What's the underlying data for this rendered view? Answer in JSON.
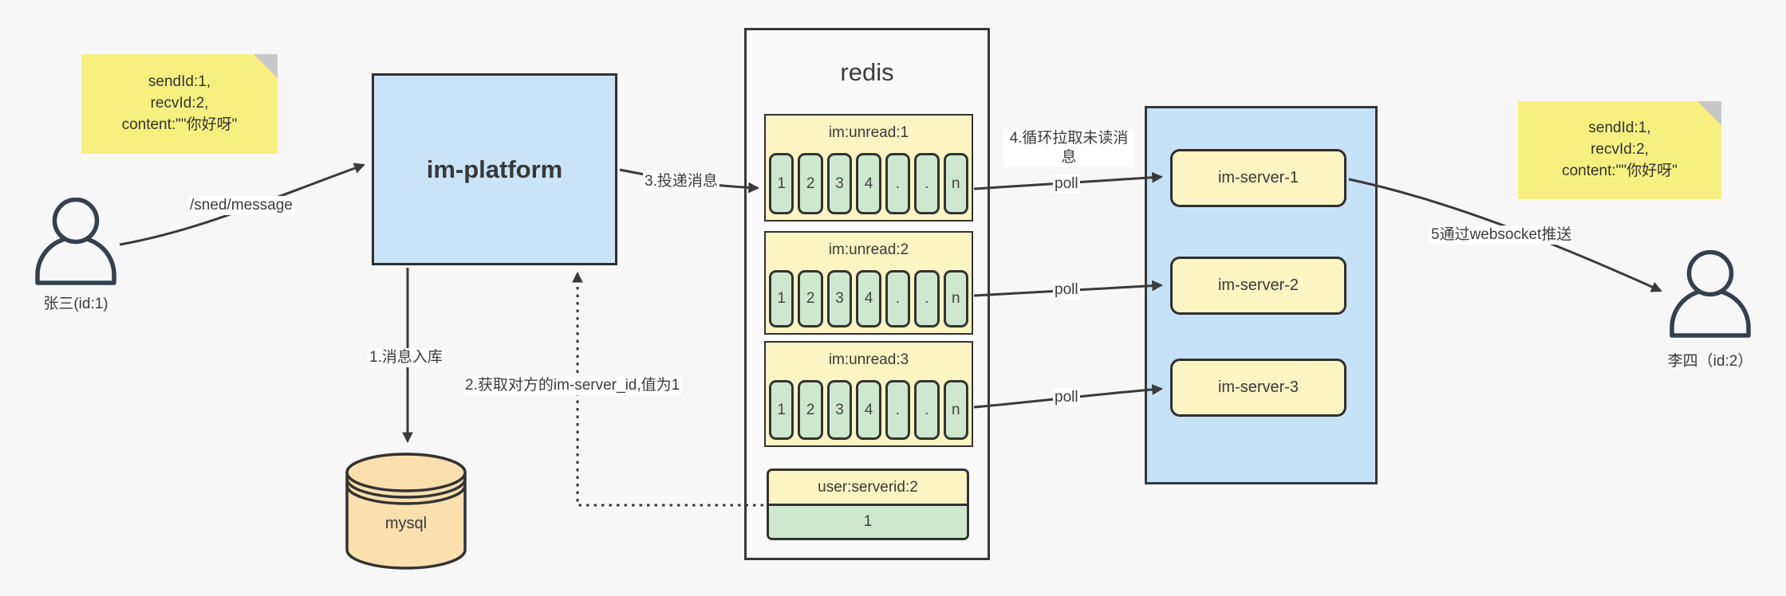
{
  "colors": {
    "page_bg": "#f7f7f7",
    "note_yellow": "#f7f080",
    "note_fold_gray": "#c8c8c8",
    "panel_blue": "#c9e4f9",
    "box_yellow": "#fbf4c3",
    "cell_green": "#cde8cf",
    "db_tan": "#fbdfad",
    "redis_bg": "#fafafa",
    "line_dark": "#3a3a3a"
  },
  "notes": {
    "sender": {
      "lines": [
        "sendId:1,",
        "recvId:2,",
        "content:\"\"你好呀\""
      ]
    },
    "receiver": {
      "lines": [
        "sendId:1,",
        "recvId:2,",
        "content:\"\"你好呀\""
      ]
    }
  },
  "actors": {
    "sender": {
      "label": "张三(id:1)"
    },
    "receiver": {
      "label": "李四（id:2）"
    }
  },
  "platform": {
    "label": "im-platform"
  },
  "database": {
    "label": "mysql"
  },
  "redis": {
    "title": "redis",
    "queues": [
      {
        "header": "im:unread:1",
        "cells": [
          "1",
          "2",
          "3",
          "4",
          ".",
          ".",
          "n"
        ]
      },
      {
        "header": "im:unread:2",
        "cells": [
          "1",
          "2",
          "3",
          "4",
          ".",
          ".",
          "n"
        ]
      },
      {
        "header": "im:unread:3",
        "cells": [
          "1",
          "2",
          "3",
          "4",
          ".",
          ".",
          "n"
        ]
      }
    ],
    "mapping": {
      "header": "user:serverid:2",
      "value": "1"
    }
  },
  "servers": {
    "items": [
      {
        "label": "im-server-1"
      },
      {
        "label": "im-server-2"
      },
      {
        "label": "im-server-3"
      }
    ]
  },
  "edges": {
    "send_label": "/sned/message",
    "step1_label": "1.消息入库",
    "step2_label": "2.获取对方的im-server_id,值为1",
    "step3_label": "3.投递消息",
    "step4_label": "4.循环拉取未读消息",
    "step5_label": "5通过websocket推送",
    "poll_label": "poll"
  }
}
